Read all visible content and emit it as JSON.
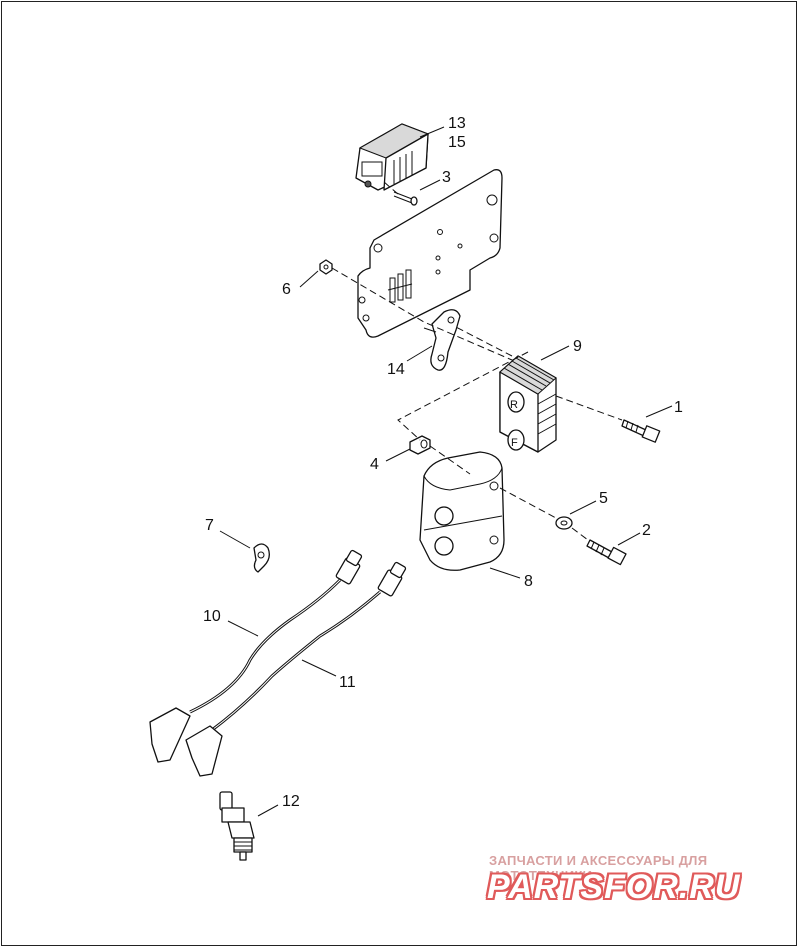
{
  "callouts": {
    "c1": "1",
    "c2": "2",
    "c3": "3",
    "c4": "4",
    "c5": "5",
    "c6": "6",
    "c7": "7",
    "c8": "8",
    "c9": "9",
    "c10": "10",
    "c11": "11",
    "c12": "12",
    "c13": "13",
    "c14": "14",
    "c15": "15"
  },
  "watermark": {
    "tagline": "ЗАПЧАСТИ И АКСЕССУАРЫ ДЛЯ МОТОТЕХНИКИ",
    "logo": "PARTSFOR.RU"
  },
  "colors": {
    "line": "#111111",
    "background": "#ffffff",
    "watermark": "#e05a5a"
  }
}
